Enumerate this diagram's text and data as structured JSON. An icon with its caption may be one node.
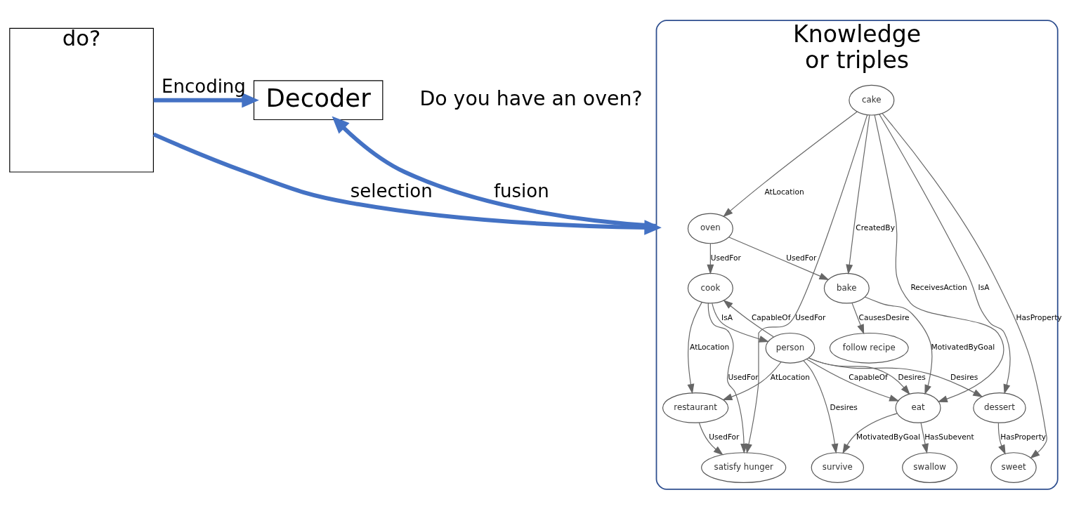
{
  "diagram": {
    "nodes": [
      {
        "text": [
          "do?"
        ]
      },
      {
        "text": [
          "Decoder"
        ],
        "beside": [
          "Do you have an oven?"
        ]
      },
      {
        "text": [
          "Knowledge",
          "or triples"
        ]
      },
      {
        "text": [
          "oven"
        ],
        "in": 2
      },
      {
        "text": [
          "follow recipe"
        ],
        "in": 2
      },
      {
        "text": [
          "cook"
        ],
        "in": 2
      },
      {
        "text": [
          "satisfy hunger"
        ],
        "in": 2
      },
      {
        "text": [
          "restaurant"
        ],
        "in": 2
      },
      {
        "text": [
          "cake"
        ],
        "in": 2
      },
      {
        "text": [
          "bake"
        ],
        "in": 2
      },
      {
        "text": [
          "dessert"
        ],
        "in": 2
      },
      {
        "text": [
          "sweet"
        ],
        "in": 2
      },
      {
        "text": [
          "person"
        ],
        "in": 2
      },
      {
        "text": [
          "survive"
        ],
        "in": 2
      },
      {
        "text": [
          "swallow"
        ],
        "in": 2
      },
      {
        "text": [
          "eat"
        ],
        "in": 2
      }
    ],
    "edges": [
      {
        "from": 0,
        "to": 1,
        "arrow": "to",
        "label": "Encoding",
        "style": "thick",
        "color": "#4472c4"
      },
      {
        "from": 0,
        "to": 2,
        "arrow": "to",
        "label": "selection",
        "style": "thick",
        "color": "#4472c4"
      },
      {
        "from": 2,
        "to": 1,
        "arrow": "to",
        "label": "fusion",
        "style": "thick",
        "color": "#4472c4"
      },
      {
        "from": 3,
        "to": 5,
        "arrow": "to",
        "label": "UsedFor"
      },
      {
        "from": 5,
        "to": 6,
        "arrow": "to",
        "label": "UsedFor"
      },
      {
        "from": 5,
        "to": 7,
        "arrow": "to",
        "label": "AtLocation"
      },
      {
        "from": 7,
        "to": 6,
        "arrow": "to",
        "label": "UsedFor"
      },
      {
        "from": 5,
        "to": 12,
        "arrow": "to",
        "label": "IsA"
      },
      {
        "from": 12,
        "to": 5,
        "arrow": "to",
        "label": "CapableOf"
      },
      {
        "from": 12,
        "to": 7,
        "arrow": "to",
        "label": "AtLocation"
      },
      {
        "from": 12,
        "to": 10,
        "arrow": "to",
        "label": "Desires"
      },
      {
        "from": 12,
        "to": 13,
        "arrow": "to",
        "label": "Desires"
      },
      {
        "from": 12,
        "to": 15,
        "arrow": "to",
        "label": "CapableOf"
      },
      {
        "from": 12,
        "to": 15,
        "arrow": "to",
        "label": "Desires"
      },
      {
        "from": 8,
        "to": 3,
        "arrow": "to",
        "label": "AtLocation"
      },
      {
        "from": 3,
        "to": 9,
        "arrow": "to",
        "label": "UsedFor"
      },
      {
        "from": 9,
        "to": 4,
        "arrow": "to",
        "label": "CausesDesire"
      },
      {
        "from": 8,
        "to": 6,
        "arrow": "to",
        "label": "UsedFor"
      },
      {
        "from": 8,
        "to": 9,
        "arrow": "to",
        "label": "CreatedBy"
      },
      {
        "from": 8,
        "to": 10,
        "arrow": "to",
        "label": "IsA"
      },
      {
        "from": 10,
        "to": 11,
        "arrow": "to",
        "label": "HasProperty"
      },
      {
        "from": 8,
        "to": 11,
        "arrow": "to",
        "label": "HasProperty"
      },
      {
        "from": 8,
        "to": 15,
        "arrow": "to",
        "label": "ReceivesAction"
      },
      {
        "from": 9,
        "to": 15,
        "arrow": "to",
        "label": "MotivatedByGoal"
      },
      {
        "from": 15,
        "to": 14,
        "arrow": "to",
        "label": "HasSubevent"
      },
      {
        "from": 15,
        "to": 13,
        "arrow": "to",
        "label": "MotivatedByGoal"
      }
    ]
  }
}
